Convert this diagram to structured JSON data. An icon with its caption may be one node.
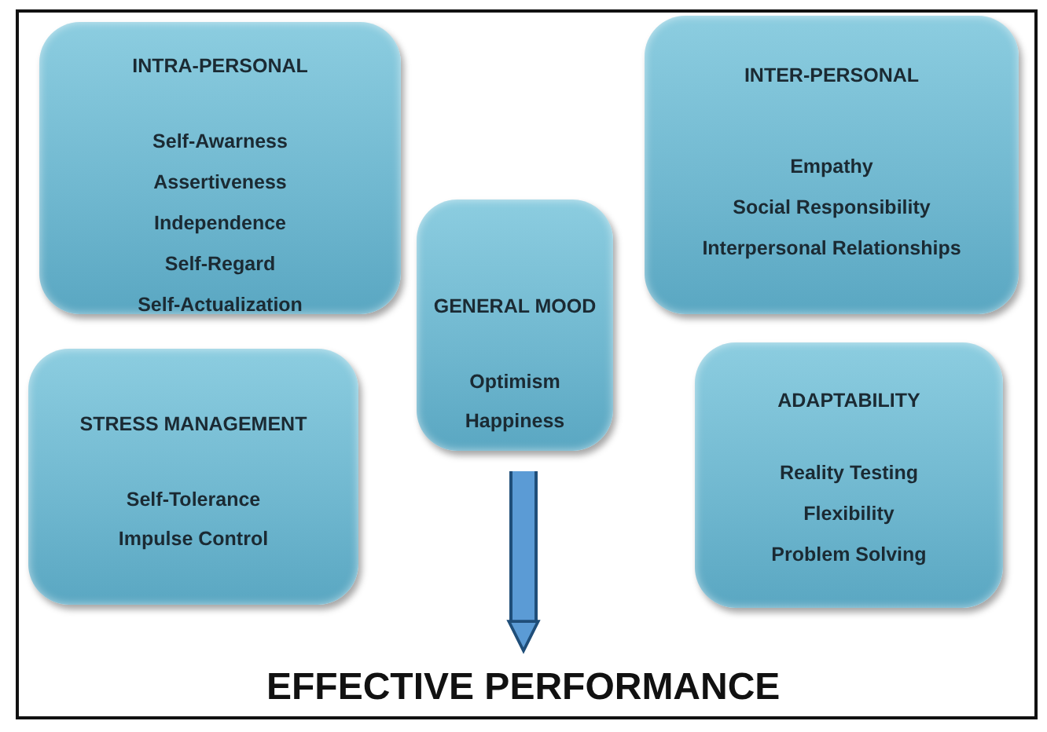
{
  "diagram": {
    "nodes": [
      {
        "text": [
          "INTRA-PERSONAL",
          "Self-Awarness",
          "Assertiveness",
          "Independence",
          "Self-Regard",
          "Self-Actualization"
        ]
      },
      {
        "text": [
          "INTER-PERSONAL",
          "Empathy",
          "Social Responsibility",
          "Interpersonal Relationships"
        ]
      },
      {
        "text": [
          "GENERAL MOOD",
          "Optimism",
          "Happiness"
        ]
      },
      {
        "text": [
          "STRESS MANAGEMENT",
          "Self-Tolerance",
          "Impulse Control"
        ]
      },
      {
        "text": [
          "ADAPTABILITY",
          "Reality Testing",
          "Flexibility",
          "Problem Solving"
        ]
      },
      {
        "text": [
          "EFFECTIVE PERFORMANCE"
        ]
      }
    ],
    "edges": [
      {
        "from": null,
        "to": 5,
        "arrow": "to"
      }
    ]
  }
}
